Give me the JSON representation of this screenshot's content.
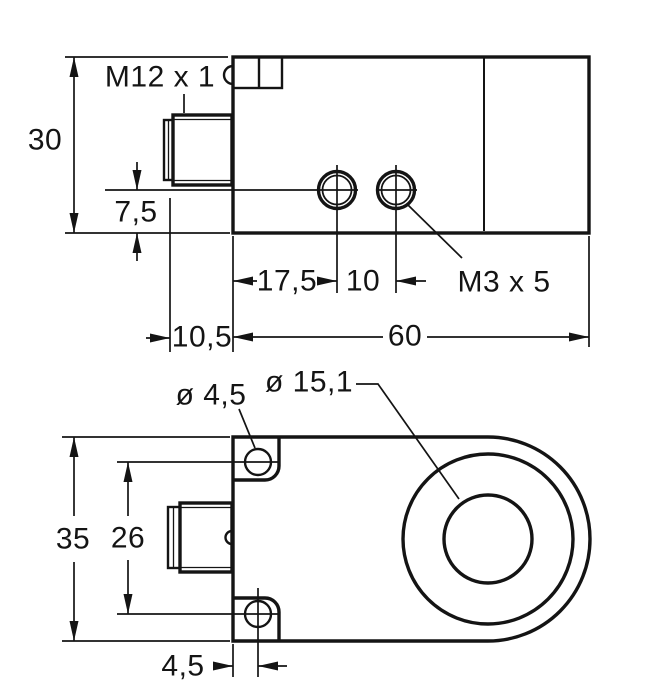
{
  "drawing": {
    "type": "technical-dimension-drawing",
    "subject": "inductive ring sensor, two orthographic views",
    "colors": {
      "line": "#141414",
      "background": "#ffffff"
    },
    "side_view": {
      "connector_thread_label": "M12 x 1",
      "mounting_thread_label": "M3 x 5",
      "dim_height": "30",
      "dim_hole_axis_from_bottom": "7,5",
      "dim_connector_protrusion": "10,5",
      "dim_first_hole_from_face": "17,5",
      "dim_hole_pitch": "10",
      "dim_length": "60"
    },
    "front_view": {
      "mounting_hole_dia_label": "ø 4,5",
      "ring_bore_dia_label": "ø 15,1",
      "dim_height": "35",
      "dim_hole_pitch": "26",
      "dim_hole_from_face": "4,5"
    }
  }
}
